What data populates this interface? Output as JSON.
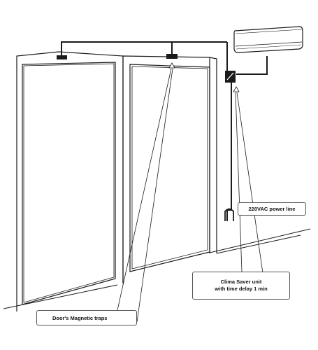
{
  "labels": {
    "power_line": "220VAC power line",
    "clima_line1": "Clima Saver unit",
    "clima_line2": "with time delay 1 min",
    "magnetic_traps": "Door's Magnetic traps"
  },
  "colors": {
    "line": "#1a1a1a",
    "callout_border": "#555555",
    "background": "#ffffff"
  },
  "icons": {
    "air_conditioner": "air-conditioner-icon",
    "relay_switch": "relay-switch-icon",
    "magnetic_trap": "magnetic-trap-icon",
    "pointer_arrow": "triangle-up-icon"
  }
}
